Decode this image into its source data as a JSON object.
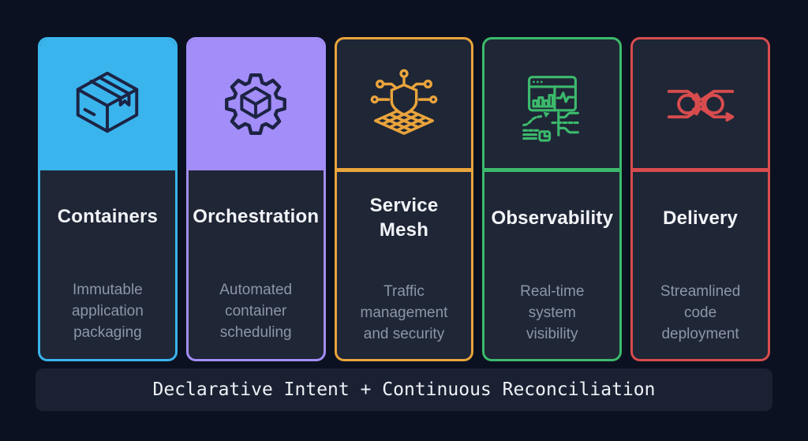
{
  "page": {
    "background": "#0b1120",
    "card_body_background": "#1f2636",
    "banner_background": "#1a2132",
    "title_color": "#f2f4f8",
    "description_color": "#8d95a9"
  },
  "cards": [
    {
      "id": "containers",
      "title": "Containers",
      "description": "Immutable\napplication\npackaging",
      "accent": "#3ab4ec",
      "style": "filled",
      "icon": "package-icon"
    },
    {
      "id": "orchestration",
      "title": "Orchestration",
      "description": "Automated\ncontainer\nscheduling",
      "accent": "#a38df8",
      "style": "filled",
      "icon": "gear-cube-icon"
    },
    {
      "id": "service-mesh",
      "title": "Service\nMesh",
      "description": "Traffic\nmanagement\nand security",
      "accent": "#e9a43c",
      "style": "outlined",
      "icon": "mesh-shield-icon"
    },
    {
      "id": "observability",
      "title": "Observability",
      "description": "Real-time\nsystem\nvisibility",
      "accent": "#3cba6c",
      "style": "outlined",
      "icon": "dashboard-icon"
    },
    {
      "id": "delivery",
      "title": "Delivery",
      "description": "Streamlined\ncode\ndeployment",
      "accent": "#d84c4e",
      "style": "outlined",
      "icon": "infinity-arrows-icon"
    }
  ],
  "banner": {
    "text": "Declarative Intent + Continuous Reconciliation"
  }
}
